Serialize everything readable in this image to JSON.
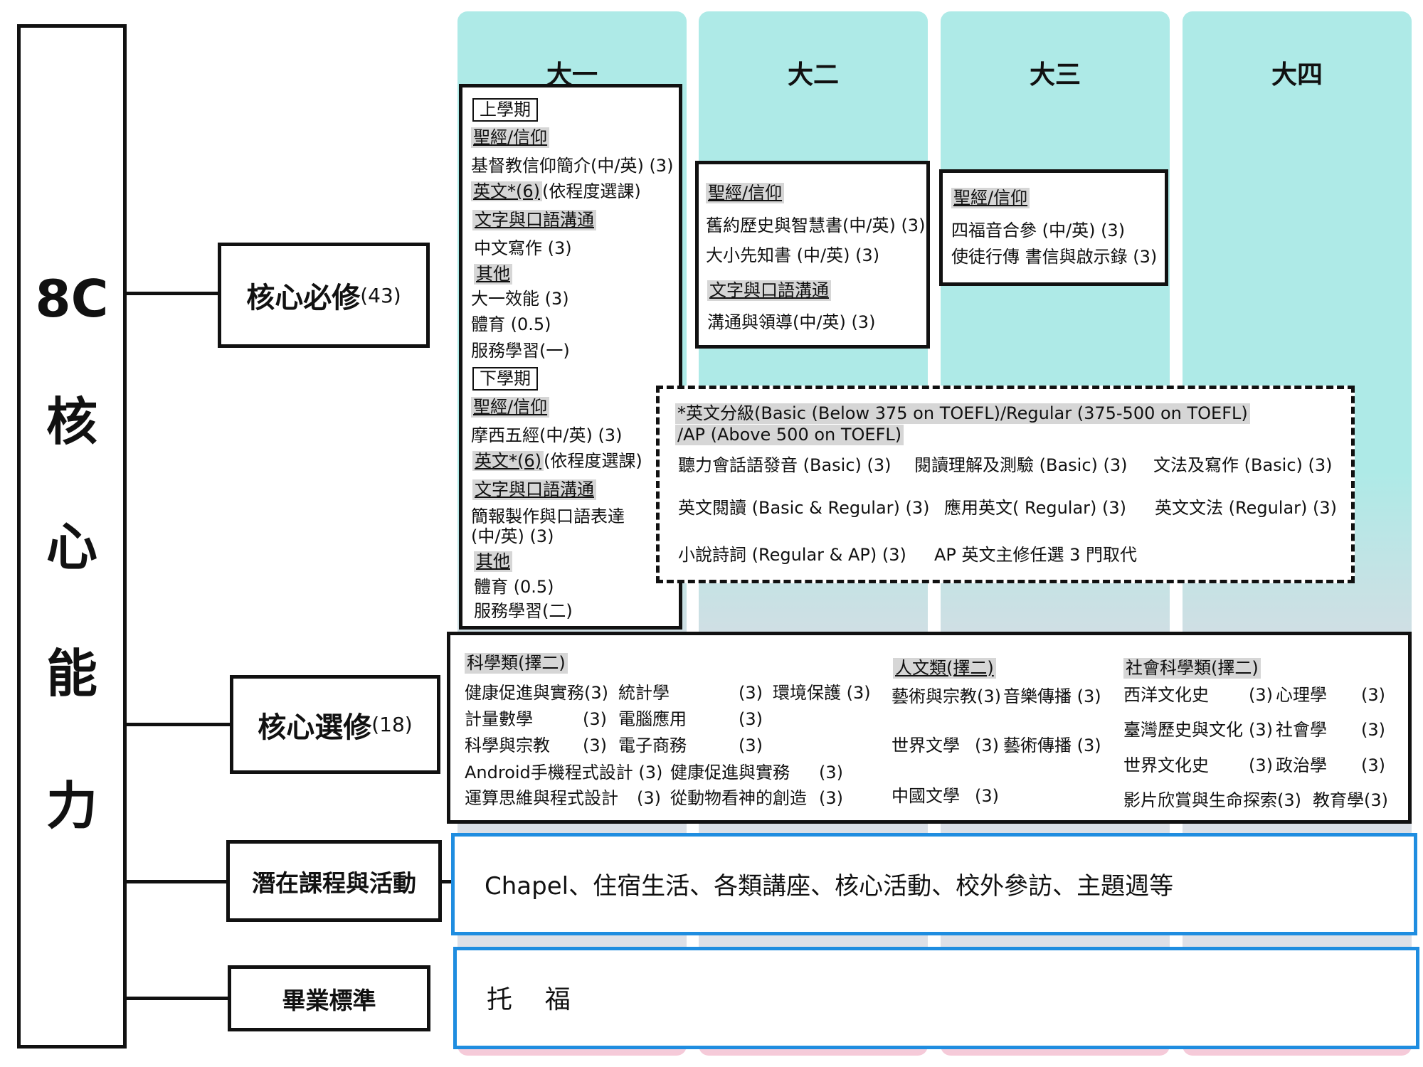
{
  "years": [
    "大一",
    "大二",
    "大三",
    "大四"
  ],
  "root": {
    "line1": "8C",
    "chars": [
      "核",
      "心",
      "能",
      "力"
    ]
  },
  "categories": {
    "core_required": {
      "label": "核心必修",
      "credits": "(43)"
    },
    "core_elective": {
      "label": "核心選修",
      "credits": "(18)"
    },
    "hidden": {
      "label": "潛在課程與活動"
    },
    "graduation": {
      "label": "畢業標準"
    }
  },
  "year1": {
    "sem1": "上學期",
    "bible1": "聖經/信仰",
    "bible1_course": "基督教信仰簡介(中/英) (3)",
    "eng1_tag": "英文*(6)",
    "eng1_rest": "(依程度選課)",
    "comm1": "文字與口語溝通",
    "comm1_course": "中文寫作 (3)",
    "other1": "其他",
    "other1_courses": [
      "大一效能 (3)",
      "體育 (0.5)",
      "服務學習(一)"
    ],
    "sem2": "下學期",
    "bible2": "聖經/信仰",
    "bible2_course": "摩西五經(中/英) (3)",
    "eng2_tag": "英文*(6)",
    "eng2_rest": "(依程度選課)",
    "comm2": "文字與口語溝通",
    "comm2_course_l1": "簡報製作與口語表達",
    "comm2_course_l2": "(中/英) (3)",
    "other2": "其他",
    "other2_courses": [
      "體育 (0.5)",
      "服務學習(二)"
    ]
  },
  "year2": {
    "bible": "聖經/信仰",
    "bible_courses": [
      "舊約歷史與智慧書(中/英) (3)",
      "大小先知書 (中/英) (3)"
    ],
    "comm": "文字與口語溝通",
    "comm_course": "溝通與領導(中/英) (3)"
  },
  "year3": {
    "bible": "聖經/信仰",
    "courses": [
      "四福音合參 (中/英) (3)",
      "使徒行傳 書信與啟示錄 (3)"
    ]
  },
  "english": {
    "header_l1": "*英文分級(Basic (Below 375 on TOEFL)/Regular (375-500 on TOEFL)",
    "header_l2": "/AP (Above 500 on TOEFL)",
    "row1": [
      "聽力會話語發音 (Basic) (3)",
      "閱讀理解及測驗 (Basic) (3)",
      "文法及寫作 (Basic) (3)"
    ],
    "row2": [
      "英文閱讀 (Basic & Regular) (3)",
      "應用英文( Regular) (3)",
      "英文文法 (Regular) (3)"
    ],
    "row3": [
      "小說詩詞 (Regular & AP)  (3)",
      "AP 英文主修任選 3 門取代"
    ]
  },
  "electives": {
    "science": {
      "title": "科學類(擇二)",
      "rows": [
        [
          "健康促進與實務(3)",
          "統計學",
          "(3)",
          "環境保護 (3)"
        ],
        [
          "計量數學",
          "(3)",
          "電腦應用",
          "(3)"
        ],
        [
          "科學與宗教",
          "(3)",
          "電子商務",
          "(3)"
        ],
        [
          "Android手機程式設計 (3)",
          "健康促進與實務",
          "(3)"
        ],
        [
          "運算思維與程式設計",
          "(3)",
          "從動物看神的創造",
          "(3)"
        ]
      ]
    },
    "humanities": {
      "title": "人文類(擇二)",
      "rows": [
        [
          "藝術與宗教(3)",
          "音樂傳播 (3)"
        ],
        [
          "世界文學",
          "(3)",
          "藝術傳播 (3)"
        ],
        [
          "中國文學",
          "(3)"
        ]
      ]
    },
    "social": {
      "title": "社會科學類(擇二)",
      "rows": [
        [
          "西洋文化史",
          "(3)",
          "心理學",
          "(3)"
        ],
        [
          "臺灣歷史與文化",
          "(3)",
          "社會學",
          "(3)"
        ],
        [
          "世界文化史",
          "(3)",
          "政治學",
          "(3)"
        ],
        [
          "影片欣賞與生命探索(3)",
          "教育學(3)"
        ]
      ]
    }
  },
  "hidden_content": "Chapel、住宿生活、各類講座、核心活動、校外參訪、主題週等",
  "graduation_content": "托    福"
}
